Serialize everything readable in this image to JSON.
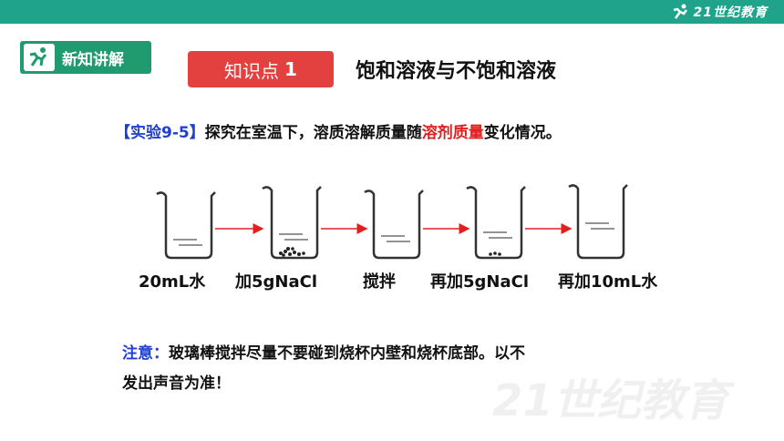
{
  "header": {
    "logo_text": "21世纪教育"
  },
  "badge": {
    "label": "新知讲解",
    "icon": "runner-icon"
  },
  "knowledge_point": {
    "label": "知识点",
    "number": "1"
  },
  "title": "饱和溶液与不饱和溶液",
  "experiment": {
    "tag": "【实验9-5】",
    "text_before": "探究在室温下，溶质溶解质量随",
    "highlight": "溶剂质量",
    "text_after": "变化情况。"
  },
  "steps": [
    {
      "label": "20mL水",
      "color": "#111111"
    },
    {
      "label": "加5gNaCl",
      "color": "#1f3fd1"
    },
    {
      "label": "搅拌",
      "color": "#111111"
    },
    {
      "label": "再加5gNaCl",
      "color": "#e02020"
    },
    {
      "label": "再加10mL水",
      "color": "#111111"
    }
  ],
  "note": {
    "tag": "注意：",
    "line1": "玻璃棒搅拌尽量不要碰到烧杯内壁和烧杯底部。以不",
    "line2": "发出声音为准！"
  },
  "colors": {
    "teal": "#1fa38a",
    "green": "#1f9b6f",
    "red": "#e34040",
    "blue": "#1f3fd1",
    "arrow": "#e02020"
  }
}
